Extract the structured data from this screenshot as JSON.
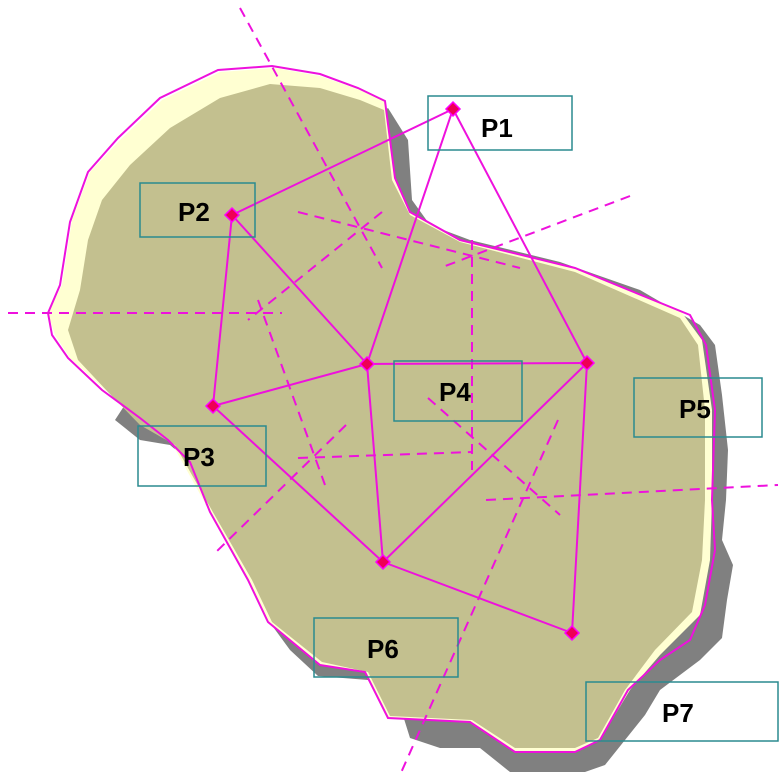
{
  "colors": {
    "region_fill": "#c3c08f",
    "region_highlight": "#ffffd2",
    "region_shadow": "#808080",
    "outline": "#ee11dd",
    "vertex": "#ee0055",
    "box_stroke": "#2a8a8f"
  },
  "points": [
    {
      "id": "p1",
      "label": "P1"
    },
    {
      "id": "p2",
      "label": "P2"
    },
    {
      "id": "p3",
      "label": "P3"
    },
    {
      "id": "p4",
      "label": "P4"
    },
    {
      "id": "p5",
      "label": "P5"
    },
    {
      "id": "p6",
      "label": "P6"
    },
    {
      "id": "p7",
      "label": "P7"
    }
  ]
}
